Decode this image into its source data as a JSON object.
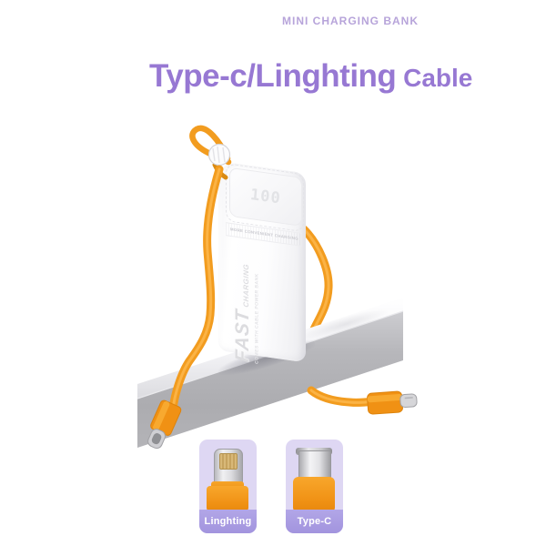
{
  "header": {
    "tagline": "MINI CHARGING BANK",
    "title_main": "Type-c/Linghting",
    "title_suffix": " Cable"
  },
  "powerbank": {
    "battery_level": "100",
    "panel_caption": "MORE CONVENIENT CHARGING",
    "side_text_primary": "FAST",
    "side_text_secondary": "CHARGING",
    "side_text_sub": "COMES WITH CABLE POWER BANK"
  },
  "connector_cards": [
    {
      "label": "Linghting",
      "type": "lightning-plug"
    },
    {
      "label": "Type-C",
      "type": "type-c-plug"
    }
  ],
  "colors": {
    "title_purple": "#9778d3",
    "tagline_purple": "#b7a4da",
    "cable_orange": "#f29c1f",
    "card_background": "#ded7f3",
    "card_band_purple": "#a294de",
    "shelf_gray": "#b1b1b5"
  }
}
